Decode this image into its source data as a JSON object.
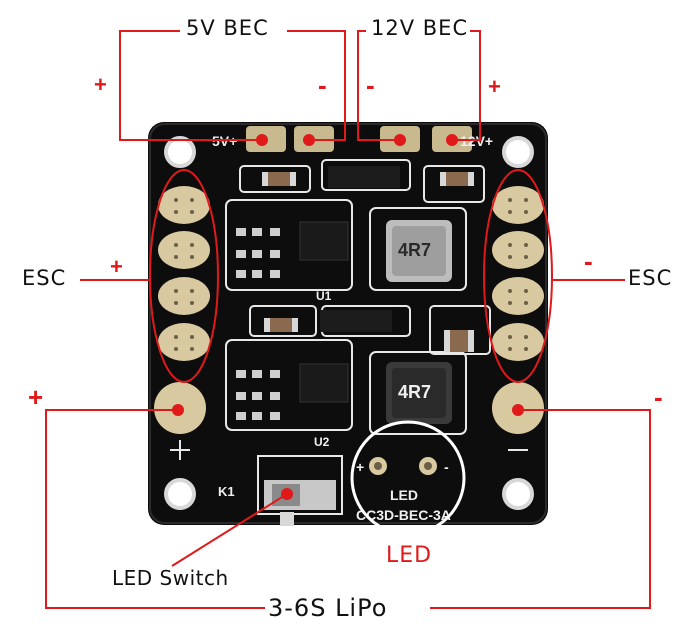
{
  "labels": {
    "bec5": "5V BEC",
    "bec12": "12V BEC",
    "esc_left": "ESC",
    "esc_right": "ESC",
    "led": "LED",
    "led_switch": "LED Switch",
    "lipo": "3-6S LiPo"
  },
  "signs": {
    "bec5_plus": "+",
    "bec5_minus": "-",
    "bec12_minus": "-",
    "bec12_plus": "+",
    "esc_left_plus": "+",
    "esc_right_minus": "-",
    "lipo_plus": "+",
    "lipo_minus": "-"
  },
  "board": {
    "silk_5v": "5V+",
    "silk_12v": "12V+",
    "silk_u1": "U1",
    "silk_u2": "U2",
    "silk_k1": "K1",
    "silk_led": "LED",
    "silk_name": "CC3D-BEC-3A",
    "inductor_top": "4R7",
    "inductor_bottom": "4R7",
    "pad_plus": "+",
    "pad_minus": "-"
  },
  "colors": {
    "annotation": "#e0191b",
    "board": "#0d0d0d",
    "pad": "#d8c9a0"
  }
}
